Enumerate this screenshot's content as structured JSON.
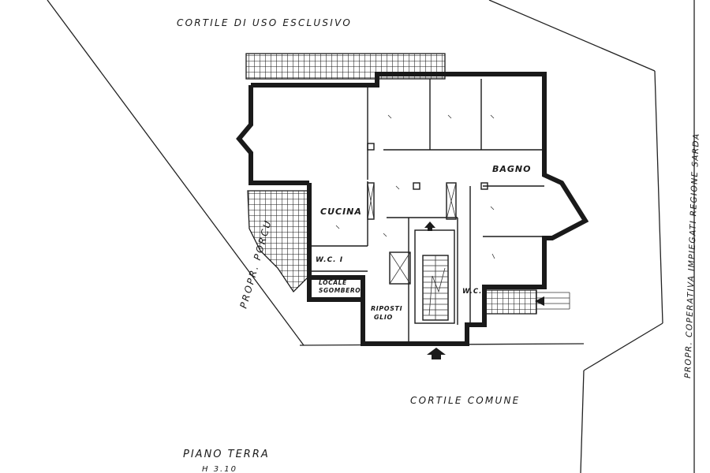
{
  "labels": {
    "cortile_uso_esclusivo": "CORTILE DI USO ESCLUSIVO",
    "cortile_comune": "CORTILE COMUNE",
    "prop_porcu": "PROPR. PORCU",
    "prop_cooperativa": "PROPR. COPERATIVA IMPIEGATI REGIONE SARDA",
    "bagno": "BAGNO",
    "cucina": "CUCINA",
    "wc_left": "W.C. I",
    "wc_right": "W.C.",
    "locale_line1": "LOCALE",
    "locale_line2": "SGOMBERO",
    "ripostiglio_line1": "RIPOSTI",
    "ripostiglio_line2": "GLIO",
    "piano_terra": "PIANO TERRA",
    "height": "H 3.10"
  },
  "colors": {
    "ink": "#1a1a1a",
    "paper": "#ffffff"
  },
  "icons": {
    "entrance_arrow": "entrance-arrow-icon",
    "stair_arrow": "stair-up-arrow-icon"
  }
}
